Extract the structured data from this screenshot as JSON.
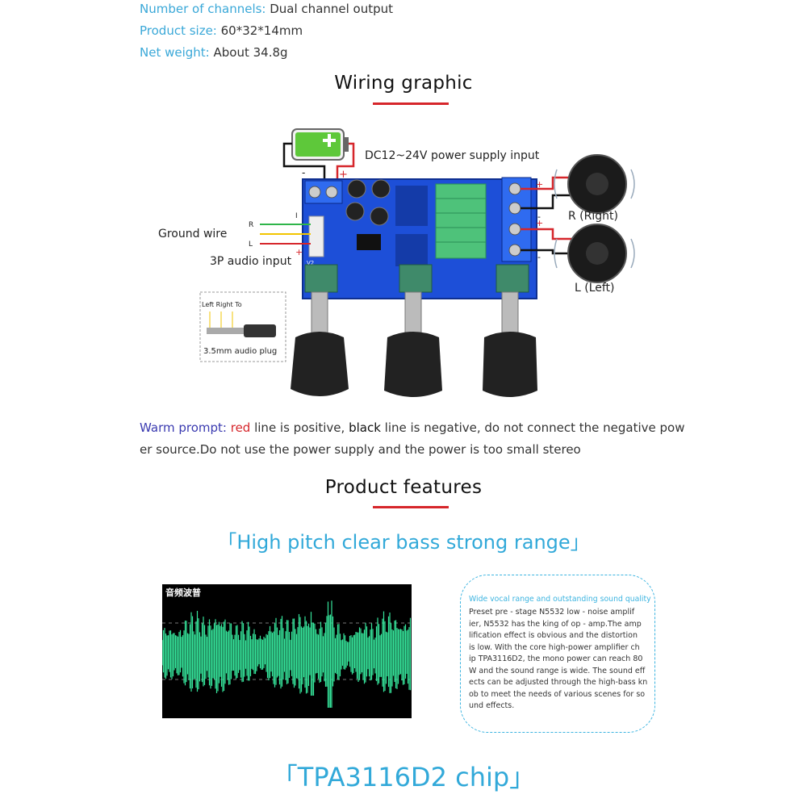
{
  "specs": [
    {
      "key": "Number of channels:",
      "value": " Dual channel output"
    },
    {
      "key": "Product size:",
      "value": " 60*32*14mm"
    },
    {
      "key": "Net weight:",
      "value": " About 34.8g"
    }
  ],
  "wiring": {
    "title": "Wiring graphic",
    "power_label": "DC12~24V power supply input",
    "minus_sign": "-",
    "plus_sign": "+",
    "ground_label": "Ground wire",
    "audio_input_label": "3P audio input",
    "right_label": "R (Right)",
    "left_label": "L (Left)",
    "wire_R": "R",
    "wire_L": "L",
    "wire_G": "I",
    "plug_header": "Left Right To",
    "plug_caption": "3.5mm audio plug",
    "board_mark": "V2"
  },
  "prompt": {
    "label": "Warm prompt:",
    "part1": " ",
    "red_word": "red",
    "part2": " line is positive, ",
    "black_word": "black",
    "part3": " line is negative, do not connect the negative pow",
    "line2": "er source.Do not use the power supply and the power is too small stereo"
  },
  "features": {
    "title": "Product features",
    "tagline": "「High pitch clear bass strong range」",
    "wave_label": "音频波普",
    "box_title": "Wide vocal range and outstanding sound quality",
    "box_lines": [
      "Preset pre - stage N5532 low - noise amplif",
      "ier, N5532 has the king of op - amp.The amp",
      "lification effect is obvious and the distortion",
      "is low. With the core high-power amplifier ch",
      "ip TPA3116D2, the mono power can reach 80",
      "W and the sound range is wide. The sound eff",
      "ects can be adjusted through the high-bass kn",
      "ob to meet the needs of various scenes for so",
      "und effects."
    ],
    "chip_tagline": "「TPA3116D2 chip」"
  },
  "colors": {
    "accent_blue": "#32a9d9",
    "red": "#d6262b",
    "pcb_blue": "#1d4fd8",
    "wave_green": "#35e39a"
  }
}
